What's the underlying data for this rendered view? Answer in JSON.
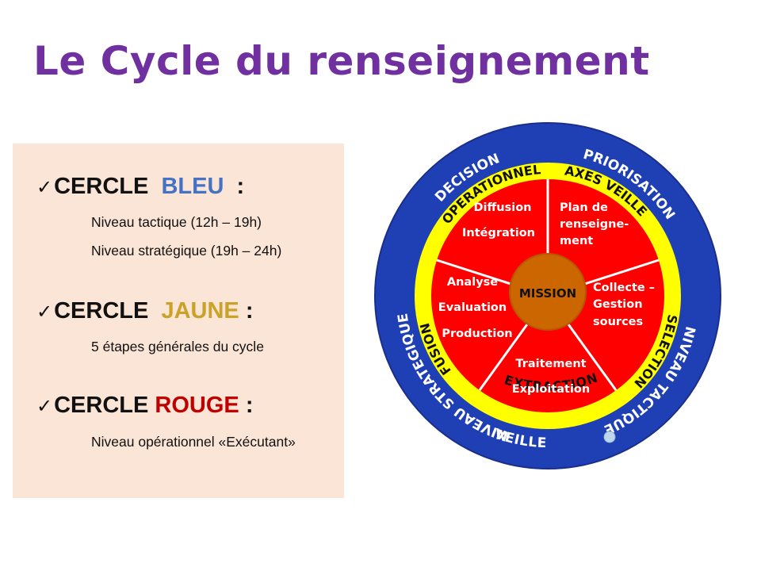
{
  "title": "Le Cycle du renseignement",
  "legend": {
    "bleu": {
      "prefix": "CERCLE",
      "word": "BLEU",
      "suffix": ":",
      "color": "#4472c4",
      "lines": [
        "Niveau tactique  (12h – 19h)",
        "Niveau stratégique (19h – 24h)"
      ]
    },
    "jaune": {
      "prefix": "CERCLE",
      "word": "JAUNE",
      "suffix": ":",
      "color": "#c9a227",
      "lines": [
        "5 étapes générales du cycle"
      ]
    },
    "rouge": {
      "prefix": "CERCLE",
      "word": "ROUGE",
      "suffix": ":",
      "color": "#c00000",
      "lines": [
        "Niveau opérationnel «Exécutant»"
      ]
    }
  },
  "colors": {
    "blue_ring": "#1f3fb5",
    "yellow_ring": "#ffff00",
    "red_core": "#ff0000",
    "center": "#cc6600"
  },
  "diagram": {
    "center": "MISSION",
    "blue_ring": {
      "top_left": "DECISION",
      "top_right": "PRIORISATION",
      "left": "NIVEAU  STRATEGIQUE",
      "right": "NIVEAU  TACTIQUE",
      "bottom": "VEILLE"
    },
    "yellow_ring": {
      "operationnel": "OPERATIONNEL",
      "axes_veille": "AXES VEILLE",
      "fusion": "FUSION",
      "selection": "SELECTION",
      "extraction": "EXTRACTION"
    },
    "wedges": {
      "w1": [
        "Diffusion",
        "Intégration"
      ],
      "w2": [
        "Plan de",
        "renseigne-",
        "ment"
      ],
      "w3": [
        "Collecte –",
        "Gestion",
        "sources"
      ],
      "w4": [
        "Traitement",
        "Exploitation"
      ],
      "w5": [
        "Analyse",
        "Evaluation",
        "Production"
      ]
    }
  }
}
